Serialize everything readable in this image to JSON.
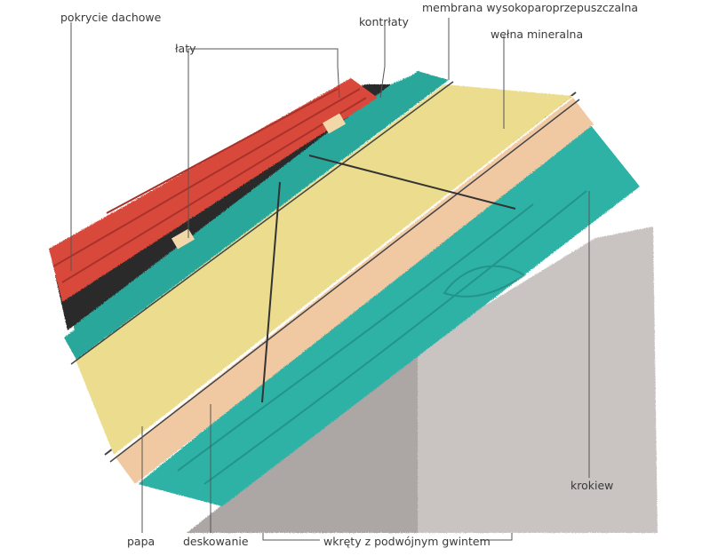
{
  "labels": {
    "pokrycie": "pokrycie dachowe",
    "laty": "łaty",
    "kontrlaty": "kontrłaty",
    "membrana": "membrana wysokoparoprzepuszczalna",
    "welna": "wełna mineralna",
    "krokiew": "krokiew",
    "papa": "papa",
    "deskowanie": "deskowanie",
    "wkrety": "wkręty z podwójnym gwintem"
  },
  "colors": {
    "tiles": "#d9483a",
    "tiles_dark": "#b8362c",
    "black_layer": "#2b2b2b",
    "membrane": "#2aa79b",
    "wool": "#ecdc8e",
    "boards": "#f0c9a3",
    "rafter": "#2fb2a6",
    "shadow": "#8a7f7c",
    "leader": "#555555"
  }
}
